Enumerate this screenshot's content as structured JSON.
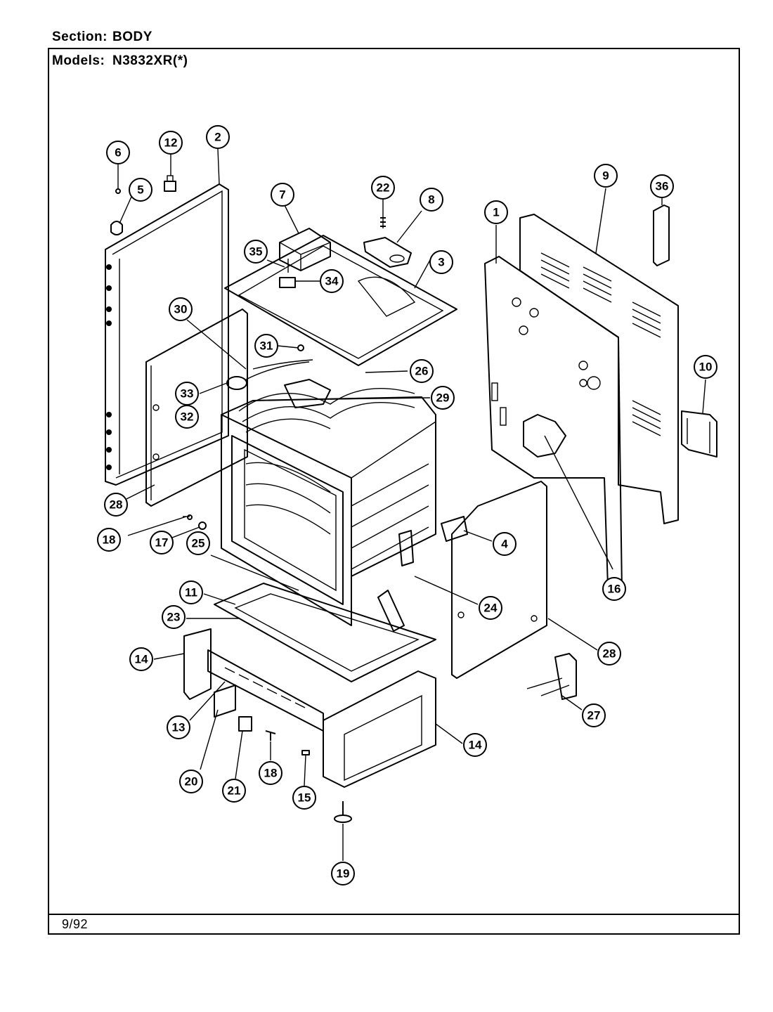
{
  "header": {
    "section_label": "Section:",
    "section_value": "BODY",
    "models_label": "Models:",
    "models_value": "N3832XR(*)"
  },
  "footer": {
    "date": "9/92"
  },
  "callouts": [
    {
      "id": "c6",
      "label": "6"
    },
    {
      "id": "c12",
      "label": "12"
    },
    {
      "id": "c2",
      "label": "2"
    },
    {
      "id": "c5",
      "label": "5"
    },
    {
      "id": "c7",
      "label": "7"
    },
    {
      "id": "c22",
      "label": "22"
    },
    {
      "id": "c8",
      "label": "8"
    },
    {
      "id": "c1",
      "label": "1"
    },
    {
      "id": "c9",
      "label": "9"
    },
    {
      "id": "c36",
      "label": "36"
    },
    {
      "id": "c35",
      "label": "35"
    },
    {
      "id": "c34",
      "label": "34"
    },
    {
      "id": "c3",
      "label": "3"
    },
    {
      "id": "c30",
      "label": "30"
    },
    {
      "id": "c31",
      "label": "31"
    },
    {
      "id": "c26",
      "label": "26"
    },
    {
      "id": "c10",
      "label": "10"
    },
    {
      "id": "c33",
      "label": "33"
    },
    {
      "id": "c29",
      "label": "29"
    },
    {
      "id": "c32",
      "label": "32"
    },
    {
      "id": "c28a",
      "label": "28"
    },
    {
      "id": "c18a",
      "label": "18"
    },
    {
      "id": "c17",
      "label": "17"
    },
    {
      "id": "c4",
      "label": "4"
    },
    {
      "id": "c16",
      "label": "16"
    },
    {
      "id": "c25",
      "label": "25"
    },
    {
      "id": "c11",
      "label": "11"
    },
    {
      "id": "c24",
      "label": "24"
    },
    {
      "id": "c23",
      "label": "23"
    },
    {
      "id": "c14a",
      "label": "14"
    },
    {
      "id": "c28b",
      "label": "28"
    },
    {
      "id": "c27",
      "label": "27"
    },
    {
      "id": "c13",
      "label": "13"
    },
    {
      "id": "c14b",
      "label": "14"
    },
    {
      "id": "c20",
      "label": "20"
    },
    {
      "id": "c18b",
      "label": "18"
    },
    {
      "id": "c21",
      "label": "21"
    },
    {
      "id": "c15",
      "label": "15"
    },
    {
      "id": "c19",
      "label": "19"
    }
  ]
}
